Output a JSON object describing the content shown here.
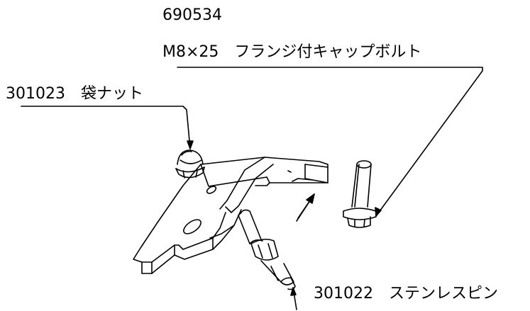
{
  "labels": {
    "bolt_part_no": "690534",
    "bolt_desc": "M8×25　フランジ付キャップボルト",
    "nut": "301023　袋ナット",
    "pin": "301022　ステンレスピン"
  }
}
